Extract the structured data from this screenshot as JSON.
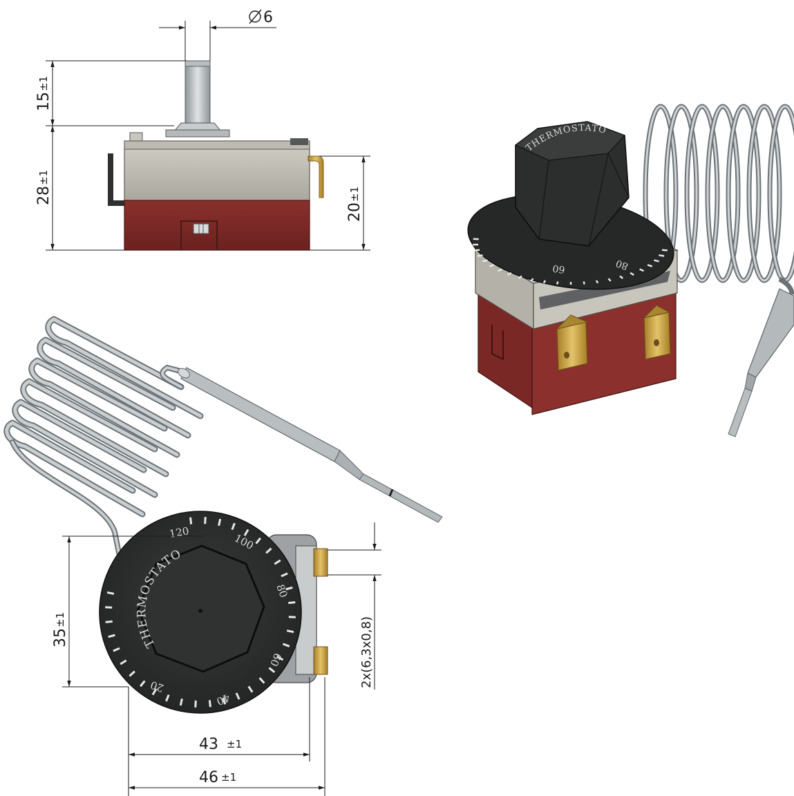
{
  "dimensions": {
    "shaft_diameter": "6",
    "shaft_height": "15",
    "body_height": "28",
    "terminal_height": "20",
    "dial_height": "35",
    "body_width": "43",
    "total_width": "46",
    "terminals": "2x(6,3x0,8)",
    "tolerance": "±1"
  },
  "dial": {
    "brand": "THERMOSTATO",
    "scale_front": [
      "120",
      "100",
      "80",
      "60",
      "40",
      "20"
    ],
    "scale_iso": [
      "60",
      "80"
    ]
  },
  "colors": {
    "body_grey": "#c2bfb6",
    "body_red": "#7b2a28",
    "dial_black": "#2b2d2c",
    "terminal_brass": "#c9a13e",
    "capillary": "#a9afb3"
  }
}
